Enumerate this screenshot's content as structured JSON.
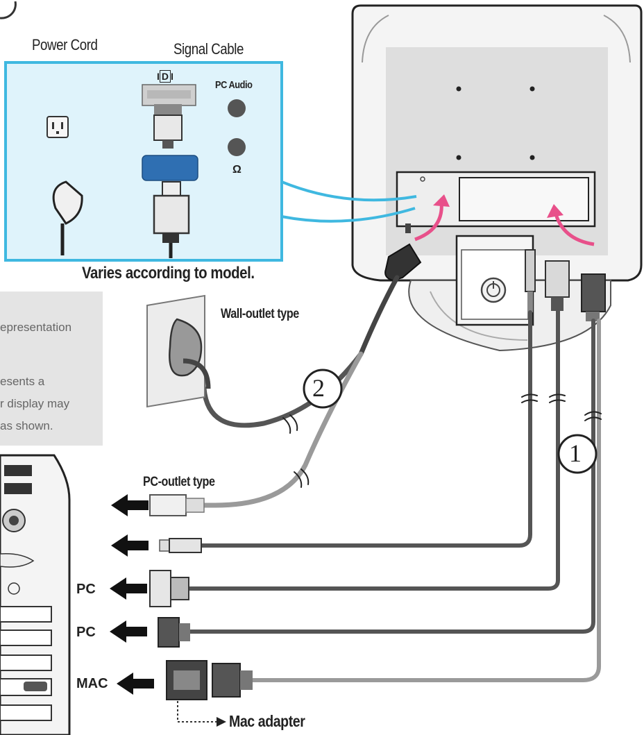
{
  "labels": {
    "power_cord": "Power Cord",
    "signal_cable": "Signal Cable",
    "pc_audio": "PC Audio",
    "varies": "Varies according to model.",
    "wall_outlet": "Wall-outlet type",
    "pc_outlet": "PC-outlet type",
    "pc_1": "PC",
    "pc_2": "PC",
    "mac": "MAC",
    "mac_adapter": "Mac adapter",
    "step_1": "1",
    "step_2": "2"
  },
  "note": {
    "line1": "epresentation",
    "line2": "esents a",
    "line3": "r display may",
    "line4": "as shown."
  },
  "colors": {
    "inset_border": "#3fb8e0",
    "inset_fill": "#dff3fb",
    "arrow_pink": "#e8508a",
    "cable_dark": "#555555",
    "cable_light": "#9a9a9a",
    "connector_blue": "#2f6fb2",
    "note_bg": "#e4e4e4"
  },
  "icons": [
    "power-socket-icon",
    "dvi-port-icon",
    "vga-port-icon",
    "audio-jack-icon",
    "headphone-icon",
    "power-button-icon",
    "arrow-left-icon"
  ]
}
